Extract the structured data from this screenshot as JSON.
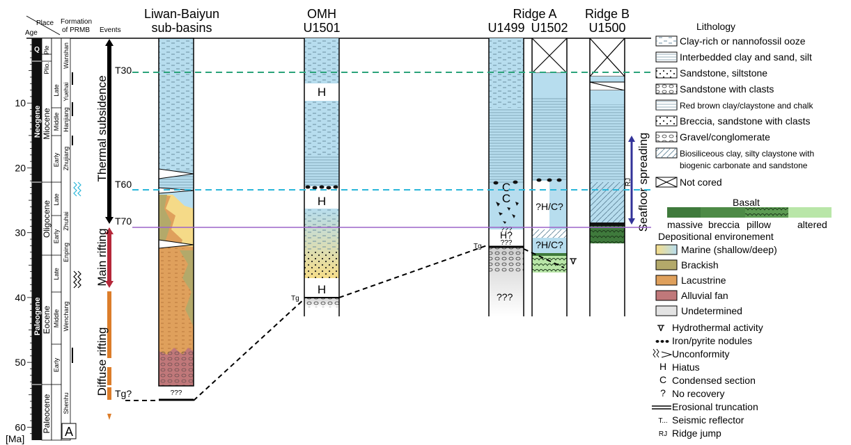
{
  "header": {
    "age": "Age",
    "place": "Place",
    "formation_line1": "Formation",
    "formation_line2": "of PRMB",
    "events": "Events",
    "col_liwan_1": "Liwan-Baiyun",
    "col_liwan_2": "sub-basins",
    "col_omh_1": "OMH",
    "col_omh_2": "U1501",
    "col_ridgeA": "Ridge A",
    "col_u1499": "U1499",
    "col_u1502": "U1502",
    "col_ridgeB_1": "Ridge B",
    "col_ridgeB_2": "U1500"
  },
  "age_axis": {
    "unit": "[Ma]",
    "ticks": [
      {
        "label": "10",
        "value": 10
      },
      {
        "label": "20",
        "value": 20
      },
      {
        "label": "30",
        "value": 30
      },
      {
        "label": "40",
        "value": 40
      },
      {
        "label": "50",
        "value": 50
      },
      {
        "label": "60",
        "value": 60
      }
    ],
    "range_ma": [
      0,
      62
    ]
  },
  "periods": {
    "q": "Q",
    "neogene": "Neogene",
    "paleogene": "Paleogene"
  },
  "epochs": {
    "ple": "Ple",
    "plio": "Plio.",
    "miocene": "Miocene",
    "oligocene": "Oligocene",
    "eocene": "Eocene",
    "paleocene": "Paleocene"
  },
  "sub_epochs": {
    "late": "Late",
    "middle": "Middle",
    "early": "Early"
  },
  "formations": {
    "wanshan": "Wanshan",
    "yuehai": "Yuehai",
    "hanjiang": "Hanjiang",
    "zhujiang": "Zhujiang",
    "zhuhai": "Zhuhai",
    "enping": "Enping",
    "wenchang": "Wenchang",
    "shenhu": "Shenhu"
  },
  "events": {
    "thermal_subsidence": "Thermal subsidence",
    "main_rifting": "Main  rifting",
    "diffuse_rifting": "Diffuse rifting"
  },
  "reflectors": {
    "t30": "T30",
    "t60": "T60",
    "t70": "T70",
    "tg": "Tg",
    "tg_q": "Tg?"
  },
  "reflector_ages_ma": {
    "t30": 5.5,
    "t60": 23.8,
    "t70": 30
  },
  "column_marks": {
    "hiatus": "H",
    "condensed": "C",
    "unknown3": "???",
    "h_q": "H?",
    "hc": "?H/C?",
    "rj": "RJ",
    "seafloor_spreading": "Seafloor spreading"
  },
  "panel_label": "A",
  "legend": {
    "lithology_title": "Lithology",
    "lithology": [
      "Clay-rich or nannofossil ooze",
      "Interbedded clay and sand, silt",
      "Sandstone, siltstone",
      "Sandstone with clasts",
      "Red brown clay/claystone and chalk",
      "Breccia, sandstone with clasts",
      "Gravel/conglomerate",
      "Biosiliceous clay, silty claystone with",
      "biogenic carbonate and sandstone",
      "Not cored"
    ],
    "basalt_title": "Basalt",
    "basalt_parts": [
      "massive",
      "breccia",
      "pillow",
      "altered"
    ],
    "depo_title": "Depositional environement",
    "depo": [
      "Marine (shallow/deep)",
      "Brackish",
      "Lacustrine",
      "Alluvial fan",
      "Undetermined"
    ],
    "symbols": [
      "Hydrothermal activity",
      "Iron/pyrite nodules",
      "Unconformity",
      "Hiatus",
      "Condensed section",
      "No recovery",
      "Erosional truncation",
      "Seismic reflector",
      "Ridge jump"
    ],
    "symbol_glyphs": [
      "H",
      "C",
      "?",
      "T...",
      "RJ"
    ]
  },
  "colors": {
    "marine": "#b7ddee",
    "marine_shallow": "#f5dd8a",
    "brackish": "#b3a96a",
    "lacustrine": "#dfa05c",
    "alluvial": "#c0787a",
    "undetermined": "#e3e3e3",
    "basalt_massive": "#3f7a3c",
    "basalt_pillow": "#5c9a52",
    "basalt_altered": "#b9e6a8",
    "t30_line": "#2aa37a",
    "t60_line": "#2ab6d9",
    "t70_line": "#9b63c9",
    "main_rifting": "#b5283a",
    "diffuse_rifting": "#dc7d2a",
    "seafloor_arrow": "#333399"
  }
}
